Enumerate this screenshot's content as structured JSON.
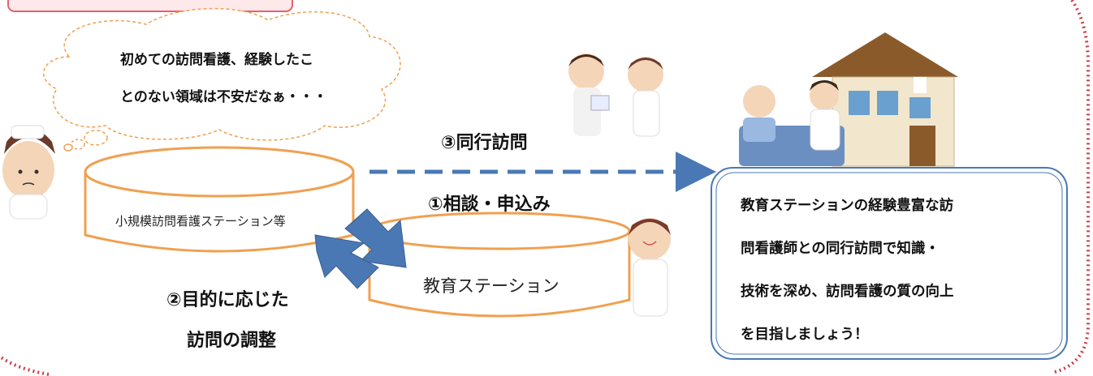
{
  "thought_bubble": {
    "line1": "初めての訪問看護、経験したこ",
    "line2": "とのない領域は不安だなぁ・・・"
  },
  "small_station_label": "小規模訪問看護ステーション等",
  "education_station_label": "教育ステーション",
  "step1_label": "①相談・申込み",
  "step2_line1": "②目的に応じた",
  "step2_line2": "訪問の調整",
  "step3_label": "③同行訪問",
  "message_box": {
    "line1": "教育ステーションの経験豊富な訪",
    "line2": "問看護師との同行訪問で知識・",
    "line3": "技術を深め、訪問看護の質の向上",
    "line4": "を目指しましょう！"
  },
  "colors": {
    "cylinder_stroke": "#f0a050",
    "dotted_border": "#c8404a",
    "arrow_blue": "#4a78b4",
    "box_border": "#4a78b4",
    "thought_stroke": "#f0a050",
    "pink_frame": "#e8606e"
  }
}
